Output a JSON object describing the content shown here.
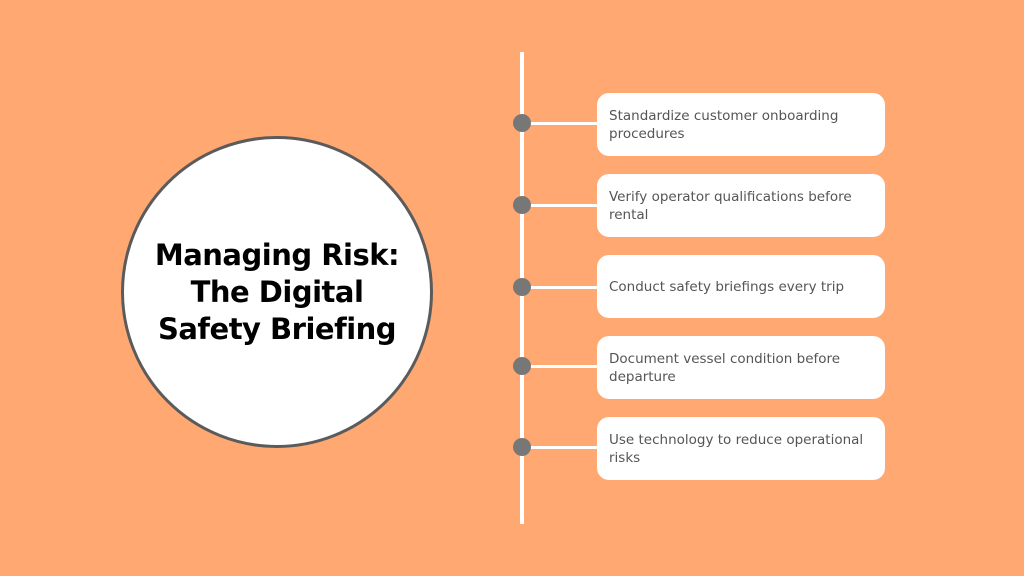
{
  "title": "Managing Risk: The Digital Safety Briefing",
  "colors": {
    "background": "#FFA872",
    "circle_border": "#5B5B5B",
    "dot": "#777777",
    "card": "#FFFFFF",
    "text": "#555555"
  },
  "steps": [
    {
      "label": "Standardize customer onboarding procedures"
    },
    {
      "label": "Verify operator qualifications before rental"
    },
    {
      "label": "Conduct safety briefings every trip"
    },
    {
      "label": "Document vessel condition before departure"
    },
    {
      "label": "Use technology to reduce operational risks"
    }
  ]
}
